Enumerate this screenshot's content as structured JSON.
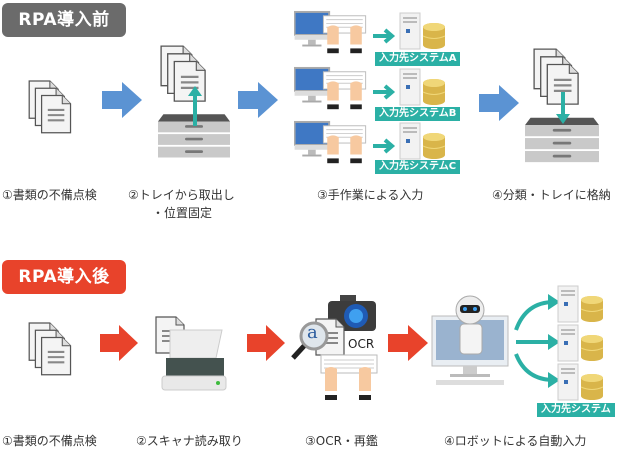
{
  "before": {
    "badge": "RPA導入前",
    "steps": [
      {
        "label": "①書類の不備点検"
      },
      {
        "label": "②トレイから取出し",
        "label2": "・位置固定"
      },
      {
        "label": "③手作業による入力"
      },
      {
        "label": "④分類・トレイに格納"
      }
    ],
    "systems": [
      "入力先システムA",
      "入力先システムB",
      "入力先システムC"
    ],
    "arrow_color": "#5b93d3"
  },
  "after": {
    "badge": "RPA導入後",
    "steps": [
      {
        "label": "①書類の不備点検"
      },
      {
        "label": "②スキャナ読み取り"
      },
      {
        "label": "③OCR・再鑑"
      },
      {
        "label": "④ロボットによる自動入力"
      }
    ],
    "ocr_text": "OCR",
    "ocr_glyph": "a",
    "system_label": "入力先システム",
    "arrow_color": "#e8432b"
  },
  "colors": {
    "teal": "#2bb0a5",
    "gray_badge": "#6b6b6b",
    "red_badge": "#e8432b"
  }
}
